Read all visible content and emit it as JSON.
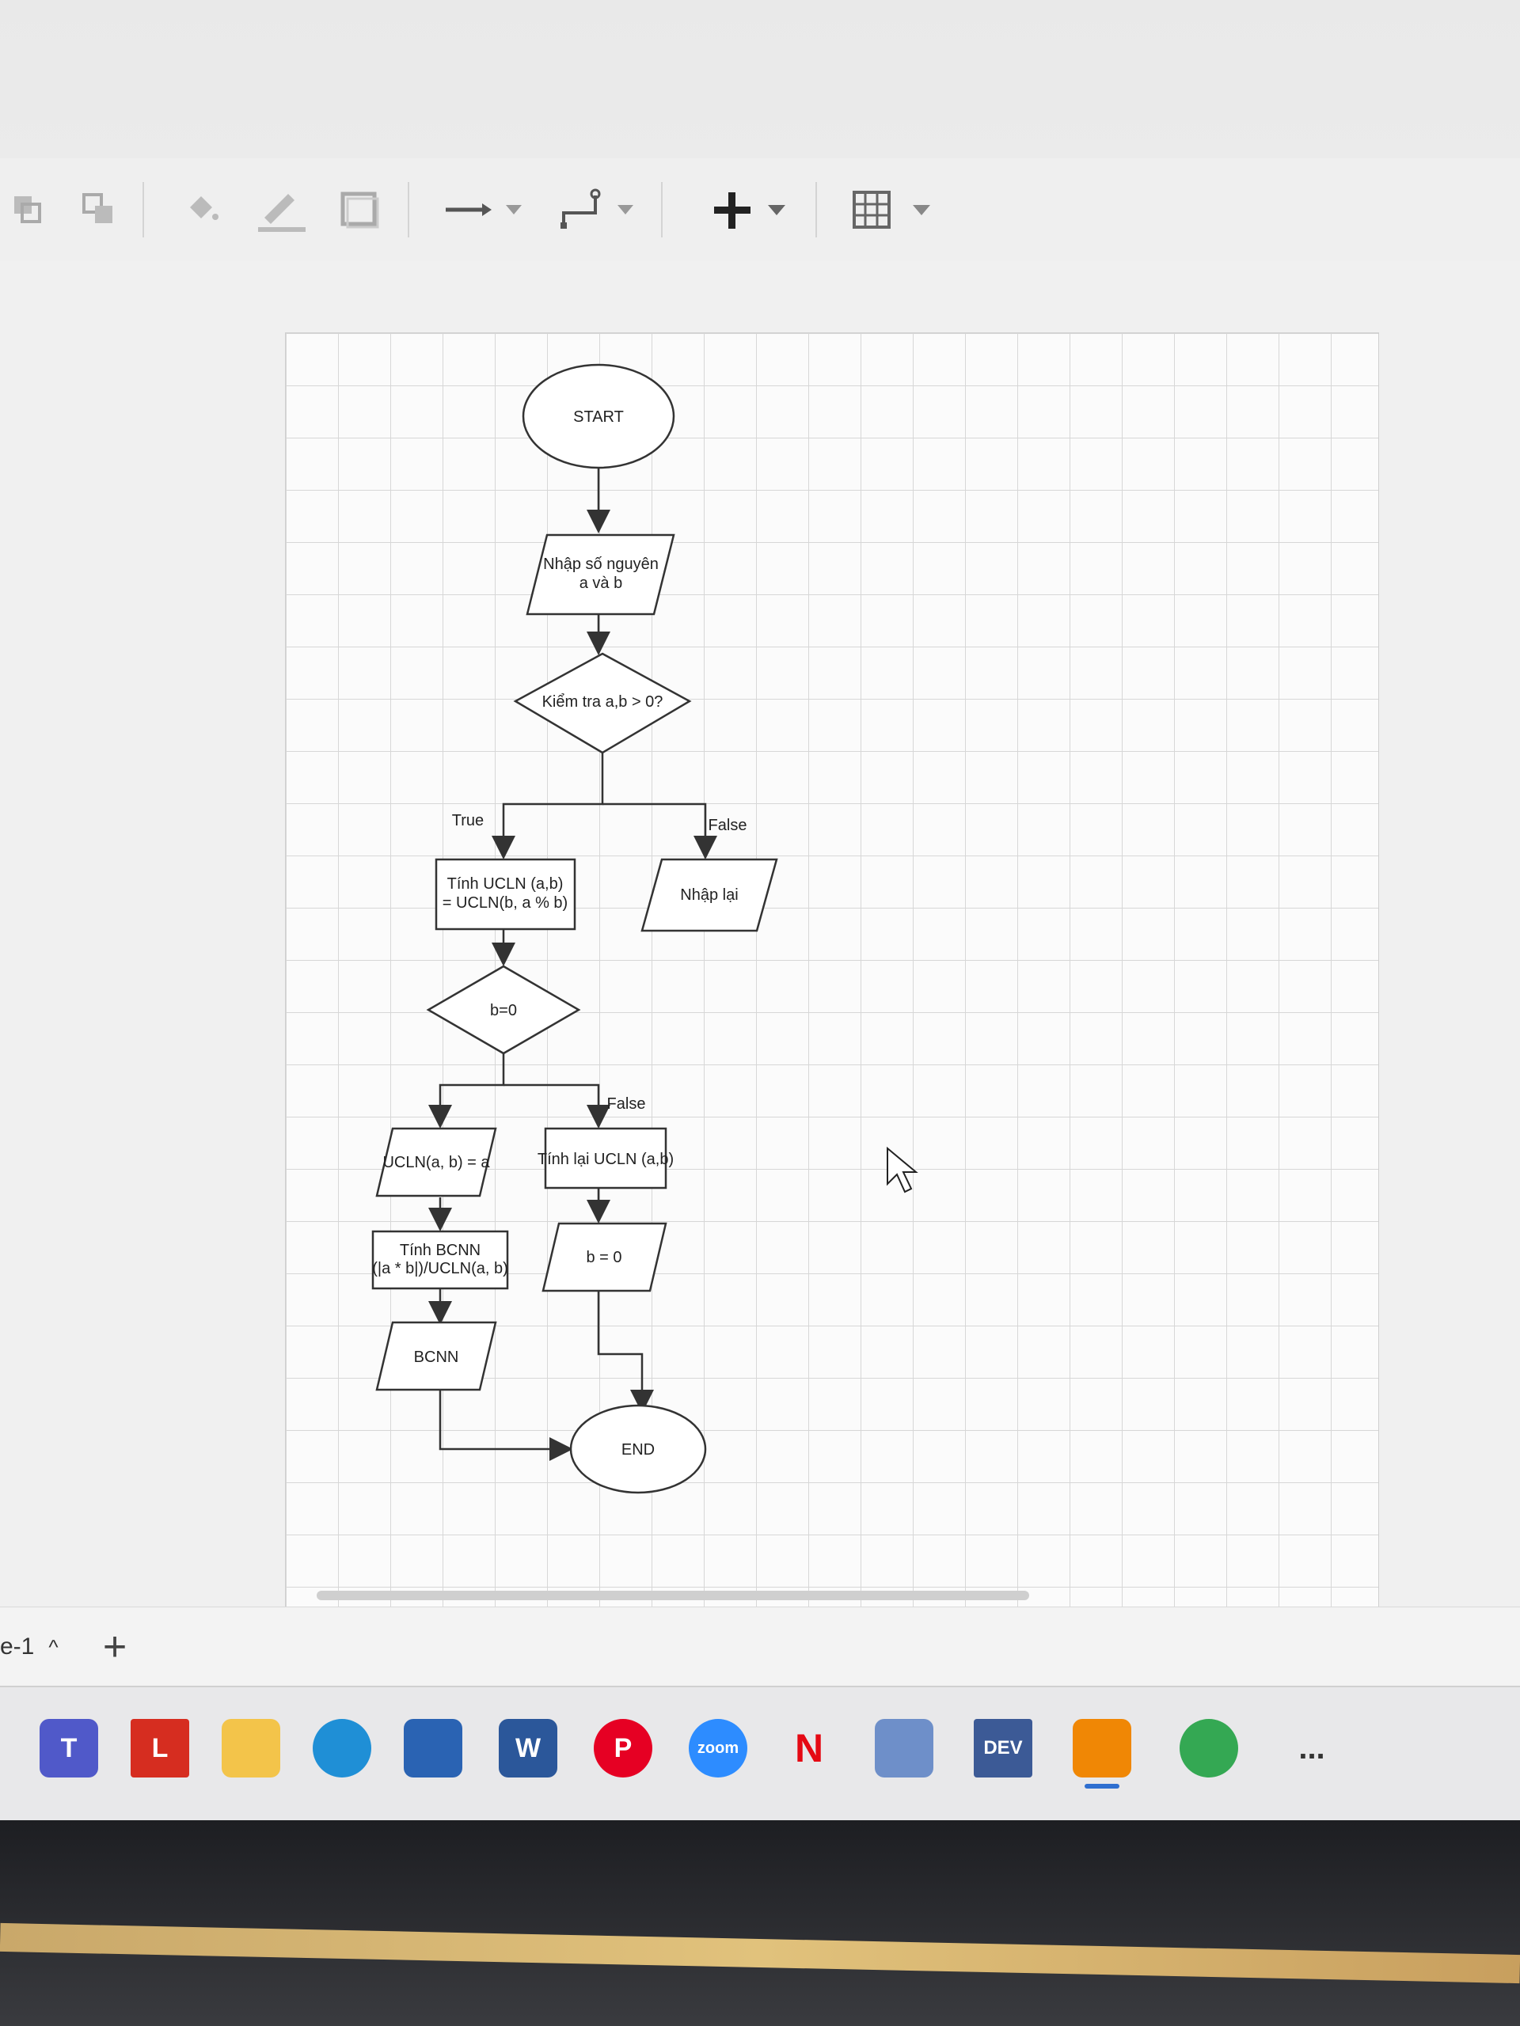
{
  "toolbar": {
    "icons": [
      "to-front-icon",
      "to-back-icon",
      "fill-color-icon",
      "line-color-icon",
      "shadow-icon",
      "connection-arrow-icon",
      "waypoints-icon",
      "insert-plus-icon",
      "table-icon"
    ]
  },
  "diagram": {
    "start": "START",
    "input": [
      "Nhập số nguyên",
      "a và b"
    ],
    "check": "Kiểm tra a,b > 0?",
    "true_label": "True",
    "false_label": "False",
    "gcd_step": [
      "Tính UCLN (a,b)",
      "= UCLN(b, a % b)"
    ],
    "reenter": "Nhập lại",
    "b_zero_check": "b=0",
    "false_label_2": "False",
    "gcd_result": "UCLN(a, b) = a",
    "recompute": "Tính lại UCLN (a,b)",
    "lcm_step": [
      "Tính BCNN",
      "(|a * b|)/UCLN(a, b)"
    ],
    "b_assign": "b = 0",
    "lcm_output": "BCNN",
    "end": "END"
  },
  "pagebar": {
    "page_name": "e-1",
    "chevron": "^",
    "add": "+"
  },
  "taskbar": {
    "apps": [
      {
        "name": "teams",
        "text": "T",
        "color": "#5059c9"
      },
      {
        "name": "lexmark",
        "text": "L",
        "color": "#d62d20"
      },
      {
        "name": "file-explorer",
        "text": "",
        "color": "#f3c44a"
      },
      {
        "name": "edge",
        "text": "",
        "color": "#1f8fd6"
      },
      {
        "name": "store",
        "text": "",
        "color": "#2a63b3"
      },
      {
        "name": "word",
        "text": "W",
        "color": "#2b579a"
      },
      {
        "name": "pinterest",
        "text": "P",
        "color": "#e60023"
      },
      {
        "name": "zoom",
        "text": "zoom",
        "color": "#2d8cff"
      },
      {
        "name": "netflix",
        "text": "N",
        "color": "#e50914"
      },
      {
        "name": "network",
        "text": "",
        "color": "#6e8fc9"
      },
      {
        "name": "dev-cpp",
        "text": "DEV",
        "color": "#3c5a96"
      },
      {
        "name": "drawio",
        "text": "",
        "color": "#f08705"
      },
      {
        "name": "chrome",
        "text": "",
        "color": "#34a853"
      }
    ],
    "more": "..."
  }
}
